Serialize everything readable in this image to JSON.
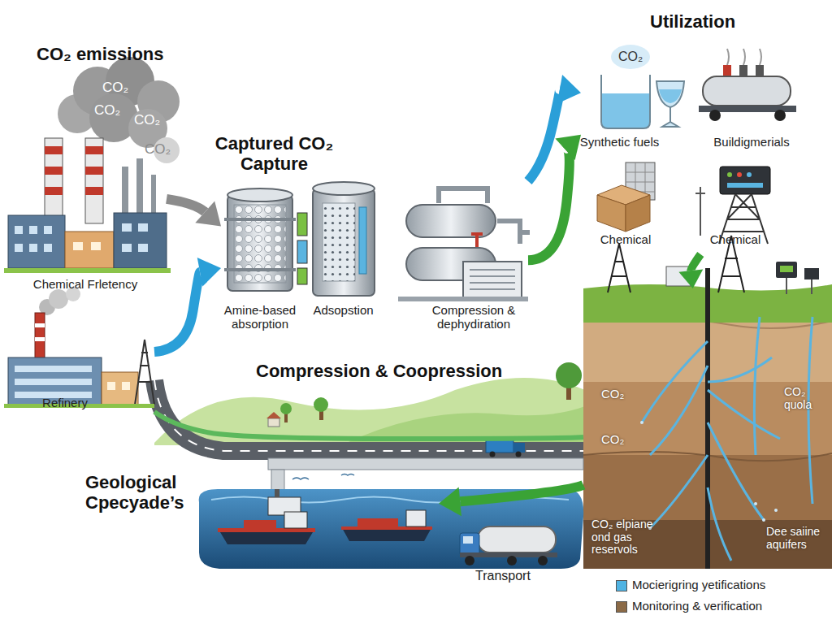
{
  "diagram": {
    "nodes": [
      {
        "text": [
          "Chemical Frletency"
        ]
      },
      {
        "text": [
          "Amine-based absorption"
        ]
      },
      {
        "text": [
          "Adsopstion"
        ]
      },
      {
        "text": [
          "Compression & dephydiration"
        ]
      },
      {
        "text": [
          "Synthetic fuels"
        ]
      },
      {
        "text": [
          "Buildigmerials"
        ]
      },
      {
        "text": [
          "Chemical"
        ]
      },
      {
        "text": [
          "Chemical"
        ]
      },
      {
        "text": [
          "Refinery"
        ]
      },
      {
        "text": [
          "CO₂",
          "CO₂",
          "CO₂ quola",
          "CO₂ elpiane ond gas reservols",
          "Dee saiine aquifers"
        ]
      },
      {
        "text": [
          "Geological Cpecyade’s"
        ]
      }
    ],
    "edges": [
      {
        "from": 0,
        "to": 1,
        "arrow": "to"
      },
      {
        "from": 8,
        "to": 1,
        "arrow": "to"
      },
      {
        "from": 3,
        "to": 4,
        "arrow": "to"
      },
      {
        "from": 3,
        "to": 4,
        "arrow": "to"
      },
      {
        "from": 7,
        "to": 9,
        "arrow": "to"
      },
      {
        "from": 9,
        "to": 10,
        "arrow": "to"
      },
      {
        "from": 8,
        "to": 9,
        "label": "Compression & Coopression",
        "arrow": "none"
      }
    ],
    "labels": [
      "CO₂ emissions",
      "CO₂",
      "CO₂",
      "CO₂",
      "CO₂",
      "Captured CO₂ Capture",
      "Utilization",
      "CO₂",
      "Transport"
    ],
    "legend": [
      {
        "text": "Mocierigring yetifications",
        "color": "#4fb3e3"
      },
      {
        "text": "Monitoring & verification",
        "color": "#8b6a47"
      }
    ]
  }
}
